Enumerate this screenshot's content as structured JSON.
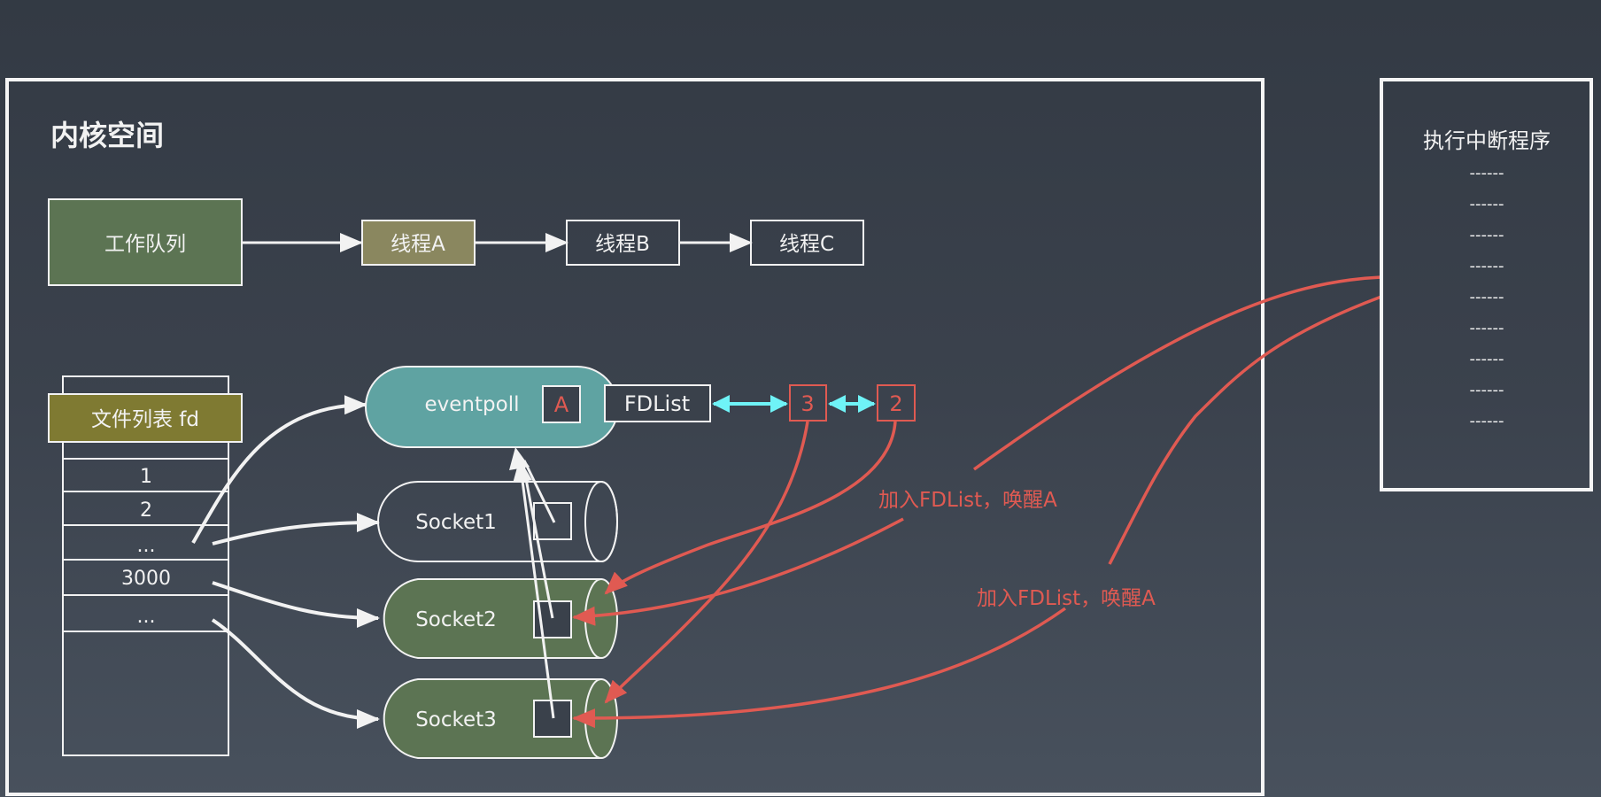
{
  "kernel_space": {
    "title": "内核空间",
    "work_queue": {
      "label": "工作队列"
    },
    "threads": [
      {
        "label": "线程A",
        "active": true
      },
      {
        "label": "线程B",
        "active": false
      },
      {
        "label": "线程C",
        "active": false
      }
    ],
    "fd_table": {
      "label": "文件列表 fd",
      "rows": [
        "1",
        "2",
        "...",
        "3000",
        "..."
      ]
    },
    "eventpoll": {
      "label": "eventpoll",
      "waiting_thread": "A",
      "fdlist_label": "FDList",
      "fdlist_items": [
        "3",
        "2"
      ]
    },
    "sockets": [
      {
        "label": "Socket1",
        "ready": false
      },
      {
        "label": "Socket2",
        "ready": true
      },
      {
        "label": "Socket3",
        "ready": true
      }
    ],
    "annotations": [
      "加入FDList，唤醒A",
      "加入FDList，唤醒A"
    ]
  },
  "interrupt_panel": {
    "title": "执行中断程序",
    "lines": [
      "------",
      "------",
      "------",
      "------",
      "------",
      "------",
      "------",
      "------",
      "------"
    ]
  },
  "colors": {
    "work_queue": "#5c7453",
    "active_thread": "#8a875f",
    "fd_label": "#7f7a32",
    "eventpoll": "#5fa3a2",
    "socket_ready": "#5c7453",
    "red": "#e05a52",
    "cyan": "#6ff3f7",
    "line": "#f2f2f2"
  }
}
